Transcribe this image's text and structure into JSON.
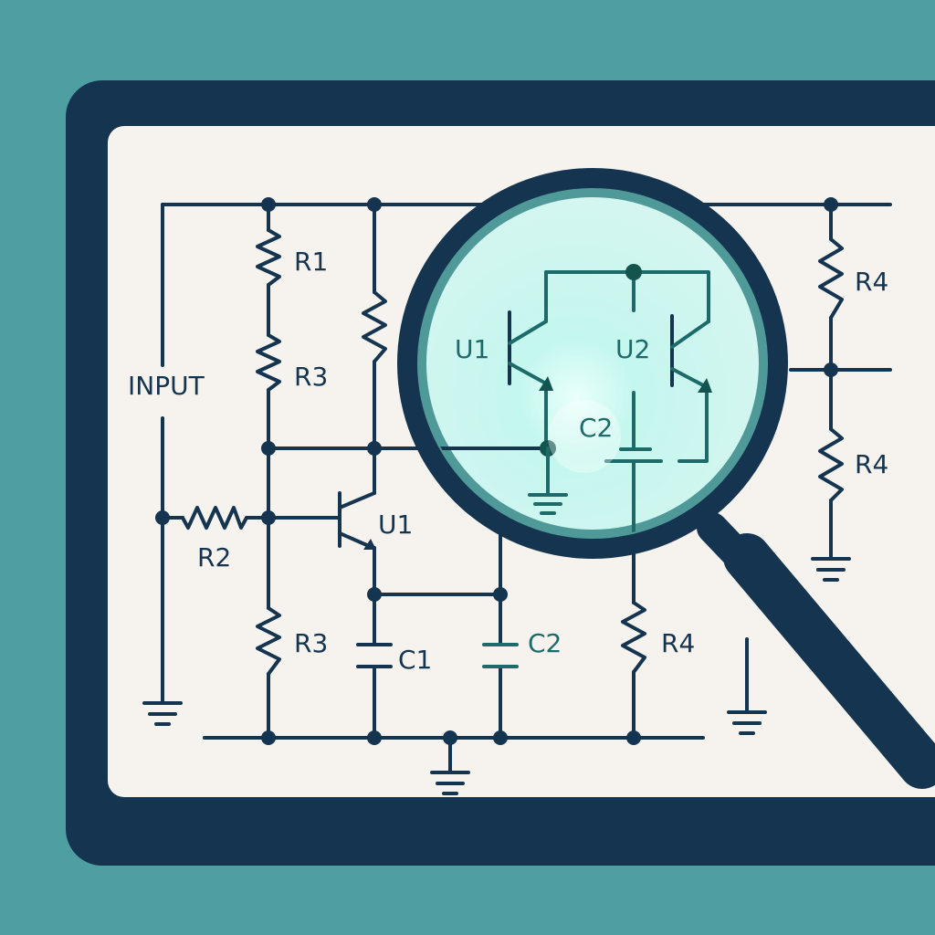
{
  "colors": {
    "background": "#4e9fa1",
    "frame": "#14344f",
    "paper": "#f6f3ee",
    "wire": "#14344f",
    "capacitor_accent": "#1c6a6a",
    "lens": "#d4f7ee",
    "lens_ring": "#4f9a98"
  },
  "labels": {
    "input": "INPUT",
    "r1": "R1",
    "r2": "R2",
    "r3_top": "R3",
    "r3_bottom": "R3",
    "u1_main": "U1",
    "c1": "C1",
    "c2_main": "C2",
    "r4_bottom": "R4",
    "r4_right_top": "R4",
    "r4_right_bottom": "R4"
  },
  "magnifier": {
    "u1": "U1",
    "u2": "U2",
    "c2": "C2"
  }
}
